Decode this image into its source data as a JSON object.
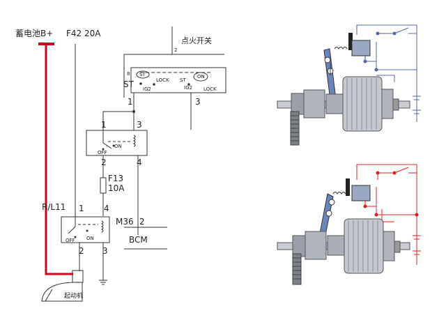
{
  "schematic": {
    "battery_label": "蓄电池B+",
    "fuse_main_label": "F42 20A",
    "ignition_switch_label": "点火开关",
    "ignition_pin_2": "2",
    "ignition_pin_3": "3",
    "ignition_st_label": "ST",
    "ignition_pin_8": "8",
    "switch_contact_st_1": "ST",
    "switch_contact_ig2_1": "IG2",
    "switch_contact_lock_1": "LOCK",
    "switch_contact_st_2": "ST",
    "switch_contact_on": "ON",
    "switch_contact_ig2_2": "IG2",
    "switch_contact_lock_2": "LOCK",
    "node_1_top": "1",
    "relay1_pin_1": "1",
    "relay1_pin_3": "3",
    "relay1_pin_2": "2",
    "relay1_pin_4": "4",
    "relay1_contact_off": "OFF",
    "relay1_contact_on": "ON",
    "fuse_f13_label": "F13",
    "fuse_f13_rating": "10A",
    "relay2_label": "R/L11",
    "relay2_pin_1": "1",
    "relay2_pin_4": "4",
    "relay2_pin_2": "2",
    "relay2_pin_3": "3",
    "relay2_contact_off": "OFF",
    "relay2_contact_on": "ON",
    "m36_label": "M36",
    "m36_pin": "2",
    "bcm_label": "BCM",
    "starter_label": "起动机"
  },
  "colors": {
    "wire": "#333333",
    "battery_wire": "#d0021b",
    "motor_blue": "#5a7fb5",
    "motor_gray": "#b8bcc4",
    "red_circuit": "#e02020",
    "blue_circuit": "#5566aa"
  }
}
